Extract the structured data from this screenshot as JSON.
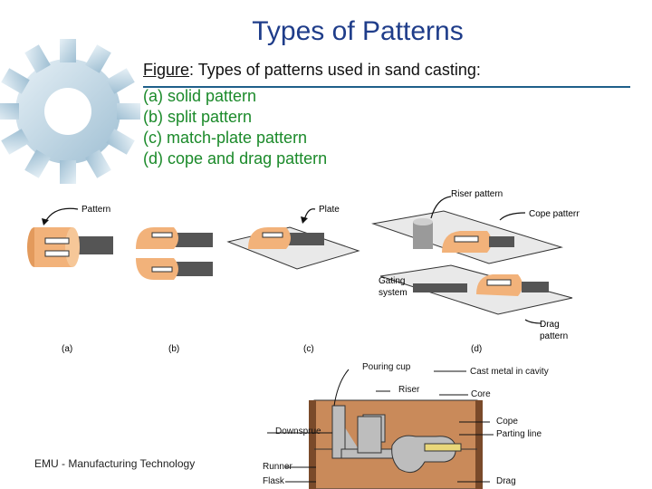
{
  "slide": {
    "title": "Types of Patterns",
    "caption_figure": "Figure",
    "caption_rest": ": Types of patterns used in sand casting:",
    "items": [
      "(a) solid pattern",
      "(b) split pattern",
      "(c) match‑plate pattern",
      "(d) cope and drag pattern"
    ],
    "footer": "EMU - Manufacturing Technology"
  },
  "figure_top": {
    "labels": {
      "pattern": "Pattern",
      "plate": "Plate",
      "riser_pattern": "Riser pattern",
      "cope_pattern": "Cope pattern",
      "gating_system_1": "Gating",
      "gating_system_2": "system",
      "drag_pattern_1": "Drag",
      "drag_pattern_2": "pattern",
      "a": "(a)",
      "b": "(b)",
      "c": "(c)",
      "d": "(d)"
    }
  },
  "figure_bottom": {
    "labels": {
      "pouring_cup": "Pouring cup",
      "cast_metal": "Cast metal in cavity",
      "riser": "Riser",
      "core": "Core",
      "downsprue": "Downsprue",
      "cope": "Cope",
      "parting_line": "Parting line",
      "runner": "Runner",
      "flask": "Flask",
      "drag": "Drag"
    }
  },
  "colors": {
    "title": "#1f3d8a",
    "green_text": "#1b8a2a",
    "pattern_orange": "#f2b27a",
    "sand": "#c98a5a",
    "gear": "#bcd4e4"
  }
}
